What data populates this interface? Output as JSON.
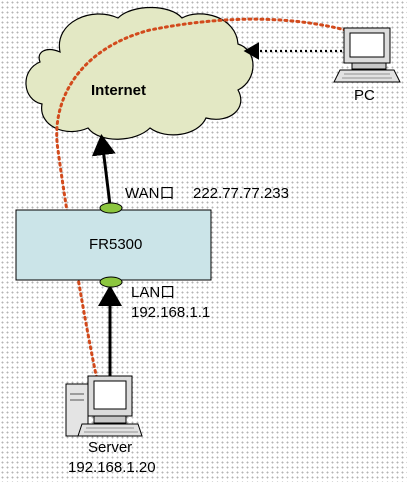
{
  "cloud": {
    "label": "Internet"
  },
  "router": {
    "name": "FR5300",
    "wan_label": "WAN口",
    "wan_ip": "222.77.77.233",
    "lan_label": "LAN口",
    "lan_ip": "192.168.1.1"
  },
  "pc": {
    "label": "PC"
  },
  "server": {
    "label": "Server",
    "ip": "192.168.1.20"
  },
  "colors": {
    "cloud_fill": "#e3e8c4",
    "router_fill": "#cbe4e8",
    "port_fill": "#8cc63f",
    "path_red": "#d24a1c",
    "ink": "#000000"
  }
}
